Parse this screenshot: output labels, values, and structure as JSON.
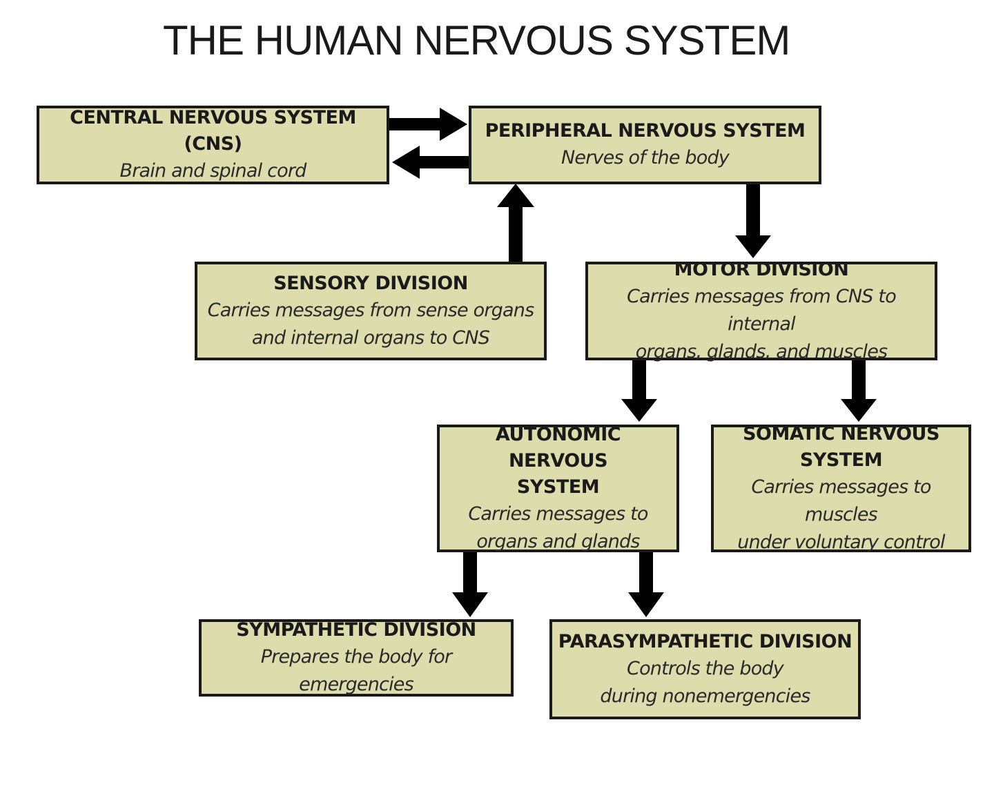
{
  "title": "THE HUMAN NERVOUS SYSTEM",
  "colors": {
    "box_fill": "#dcdcad",
    "border": "#1a1a1a",
    "arrow": "#000000"
  },
  "nodes": {
    "cns": {
      "heading": "CENTRAL NERVOUS SYSTEM (CNS)",
      "description": "Brain and spinal cord"
    },
    "pns": {
      "heading": "PERIPHERAL NERVOUS SYSTEM",
      "description": "Nerves of the body"
    },
    "sensory": {
      "heading": "SENSORY DIVISION",
      "description": "Carries messages from sense organs\nand internal organs to CNS"
    },
    "motor": {
      "heading": "MOTOR DIVISION",
      "description": "Carries messages from CNS to internal\norgans, glands, and muscles"
    },
    "autonomic": {
      "heading": "AUTONOMIC NERVOUS\nSYSTEM",
      "description": "Carries messages to\norgans and glands"
    },
    "somatic": {
      "heading": "SOMATIC NERVOUS\nSYSTEM",
      "description": "Carries messages to muscles\nunder voluntary control"
    },
    "sympathetic": {
      "heading": "SYMPATHETIC DIVISION",
      "description": "Prepares the body for emergencies"
    },
    "parasympathetic": {
      "heading": "PARASYMPATHETIC DIVISION",
      "description": "Controls the body\nduring nonemergencies"
    }
  },
  "edges": [
    {
      "from": "cns",
      "to": "pns"
    },
    {
      "from": "pns",
      "to": "cns"
    },
    {
      "from": "sensory",
      "to": "pns"
    },
    {
      "from": "pns",
      "to": "motor"
    },
    {
      "from": "motor",
      "to": "autonomic"
    },
    {
      "from": "motor",
      "to": "somatic"
    },
    {
      "from": "autonomic",
      "to": "sympathetic"
    },
    {
      "from": "autonomic",
      "to": "parasympathetic"
    }
  ]
}
